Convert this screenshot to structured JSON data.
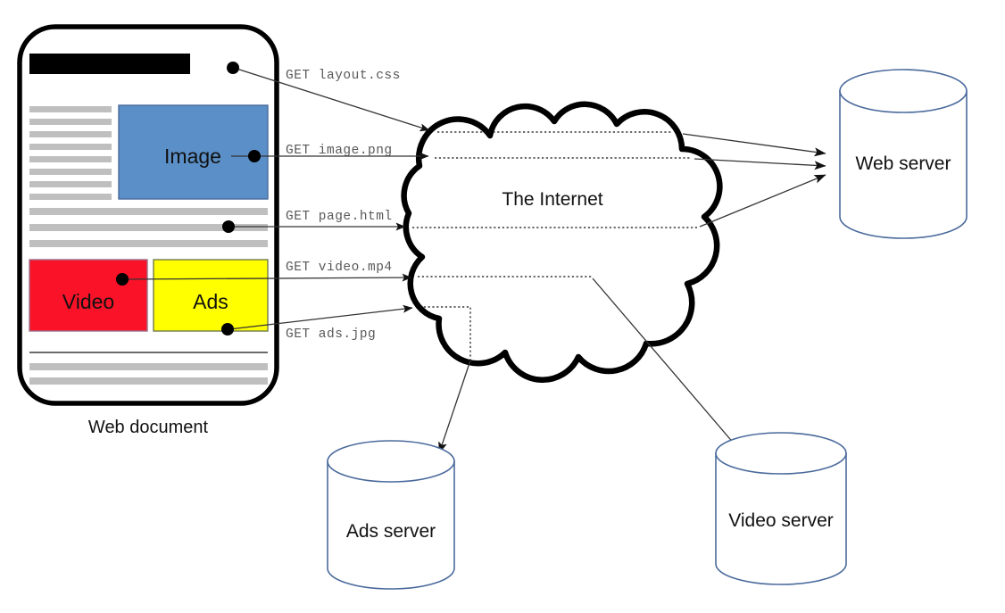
{
  "diagram": {
    "title_caption": "Web document",
    "cloud": {
      "label": "The Internet"
    },
    "servers": [
      {
        "id": "web-server",
        "label": "Web server"
      },
      {
        "id": "ads-server",
        "label": "Ads server"
      },
      {
        "id": "video-server",
        "label": "Video server"
      }
    ],
    "document": {
      "caption": "Web document",
      "blocks": [
        {
          "id": "image-block",
          "label": "Image",
          "color": "#5B8FC7"
        },
        {
          "id": "video-block",
          "label": "Video",
          "color": "#FA1228"
        },
        {
          "id": "ads-block",
          "label": "Ads",
          "color": "#FFFF00"
        }
      ],
      "headline_color": "#000000",
      "text_line_color": "#BFBFBF",
      "frame_color": "#000000",
      "short_text_line_count": 8,
      "wide_text_line_count": 3,
      "footer_text_line_count": 2
    },
    "requests": [
      {
        "id": "req-layout-css",
        "label": "GET layout.css",
        "resource": "layout.css",
        "target": "Web server"
      },
      {
        "id": "req-image-png",
        "label": "GET image.png",
        "resource": "image.png",
        "target": "Web server"
      },
      {
        "id": "req-page-html",
        "label": "GET page.html",
        "resource": "page.html",
        "target": "Web server"
      },
      {
        "id": "req-video-mp4",
        "label": "GET video.mp4",
        "resource": "video.mp4",
        "target": "Video server"
      },
      {
        "id": "req-ads-jpg",
        "label": "GET ads.jpg",
        "resource": "ads.jpg",
        "target": "Ads server"
      }
    ],
    "colors": {
      "cylinder_stroke": "#4A6A9C",
      "arrow": "#1a1a1a",
      "get_text": "#595959",
      "cloud_stroke": "#000000"
    }
  }
}
